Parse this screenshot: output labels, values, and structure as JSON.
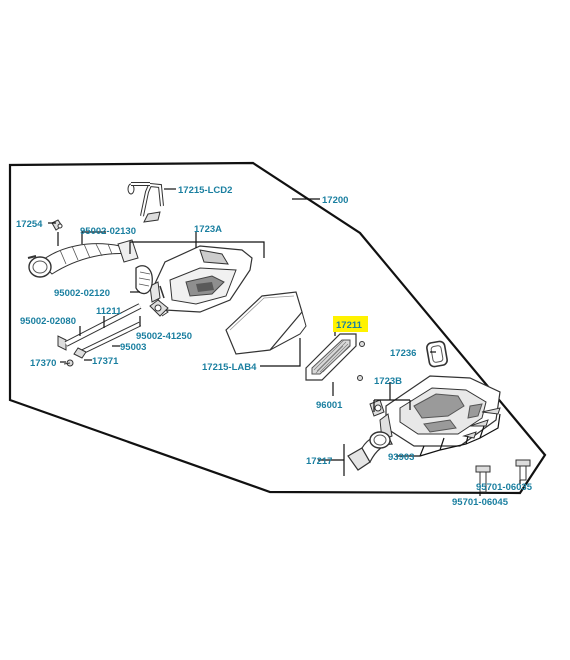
{
  "diagram": {
    "colors": {
      "label_text": "#1a7fa0",
      "highlight": "#fff200",
      "lines": "#111111",
      "part_stroke": "#333333",
      "part_fill": "#ffffff",
      "part_shade": "#9a9a9a",
      "part_dark": "#5a5a5a"
    },
    "labels": {
      "p17215_lcd2": "17215-LCD2",
      "p17200": "17200",
      "p17254": "17254",
      "p95002_02130": "95002-02130",
      "p1723a": "1723A",
      "p95002_02120": "95002-02120",
      "p95002_02080": "95002-02080",
      "p11211": "11211",
      "p95002_41250": "95002-41250",
      "p95003": "95003",
      "p17370": "17370",
      "p17371": "17371",
      "p17211": "17211",
      "p17236": "17236",
      "p17215_lab4": "17215-LAB4",
      "p1723b": "1723B",
      "p96001": "96001",
      "p17217": "17217",
      "p93903": "93903",
      "p95701_06035": "95701-06035",
      "p95701_06045": "95701-06045"
    }
  }
}
